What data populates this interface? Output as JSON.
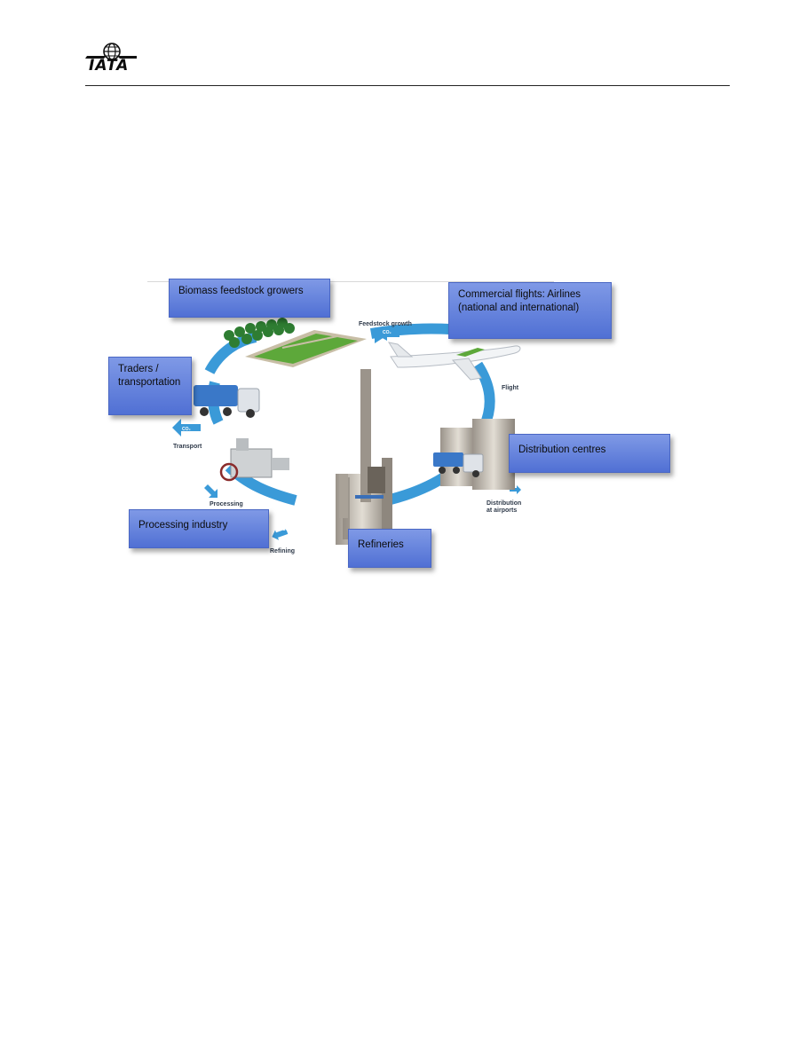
{
  "header": {
    "logo_text": "IATA"
  },
  "diagram": {
    "boxes": {
      "growers": "Biomass feedstock growers",
      "airlines_line1": "Commercial flights: Airlines",
      "airlines_line2": "(national and international)",
      "traders_line1": "Traders  /",
      "traders_line2": "transportation",
      "distribution": "Distribution centres",
      "processing_industry": "Processing industry",
      "refineries": "Refineries"
    },
    "stages": {
      "feedstock_growth": "Feedstock growth",
      "flight": "Flight",
      "transport": "Transport",
      "processing": "Processing",
      "refining": "Refining",
      "distribution_line1": "Distribution",
      "distribution_line2": "at airports"
    },
    "co2_label": "CO₂",
    "colors": {
      "cycle": "#3a9ad8",
      "box_top": "#7f99e6",
      "box_bottom": "#5070d4"
    }
  }
}
